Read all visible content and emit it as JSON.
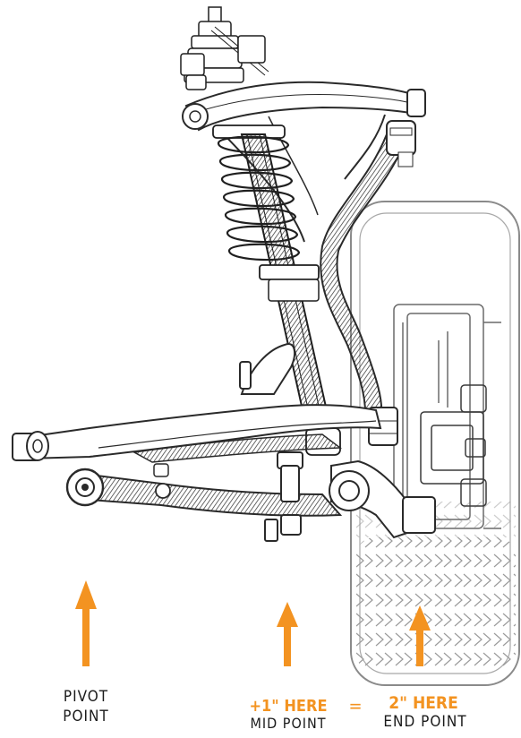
{
  "labels": {
    "pivot_line1": "PIVOT",
    "pivot_line2": "POINT",
    "mid_value": "+1\" HERE",
    "mid_label": "MID POINT",
    "equals": "=",
    "end_value": "2\" HERE",
    "end_label": "END POINT"
  },
  "colors": {
    "accent": "#f39321",
    "line": "#2a2a2a",
    "tire_line": "#8a8a8a",
    "background": "#ffffff"
  }
}
